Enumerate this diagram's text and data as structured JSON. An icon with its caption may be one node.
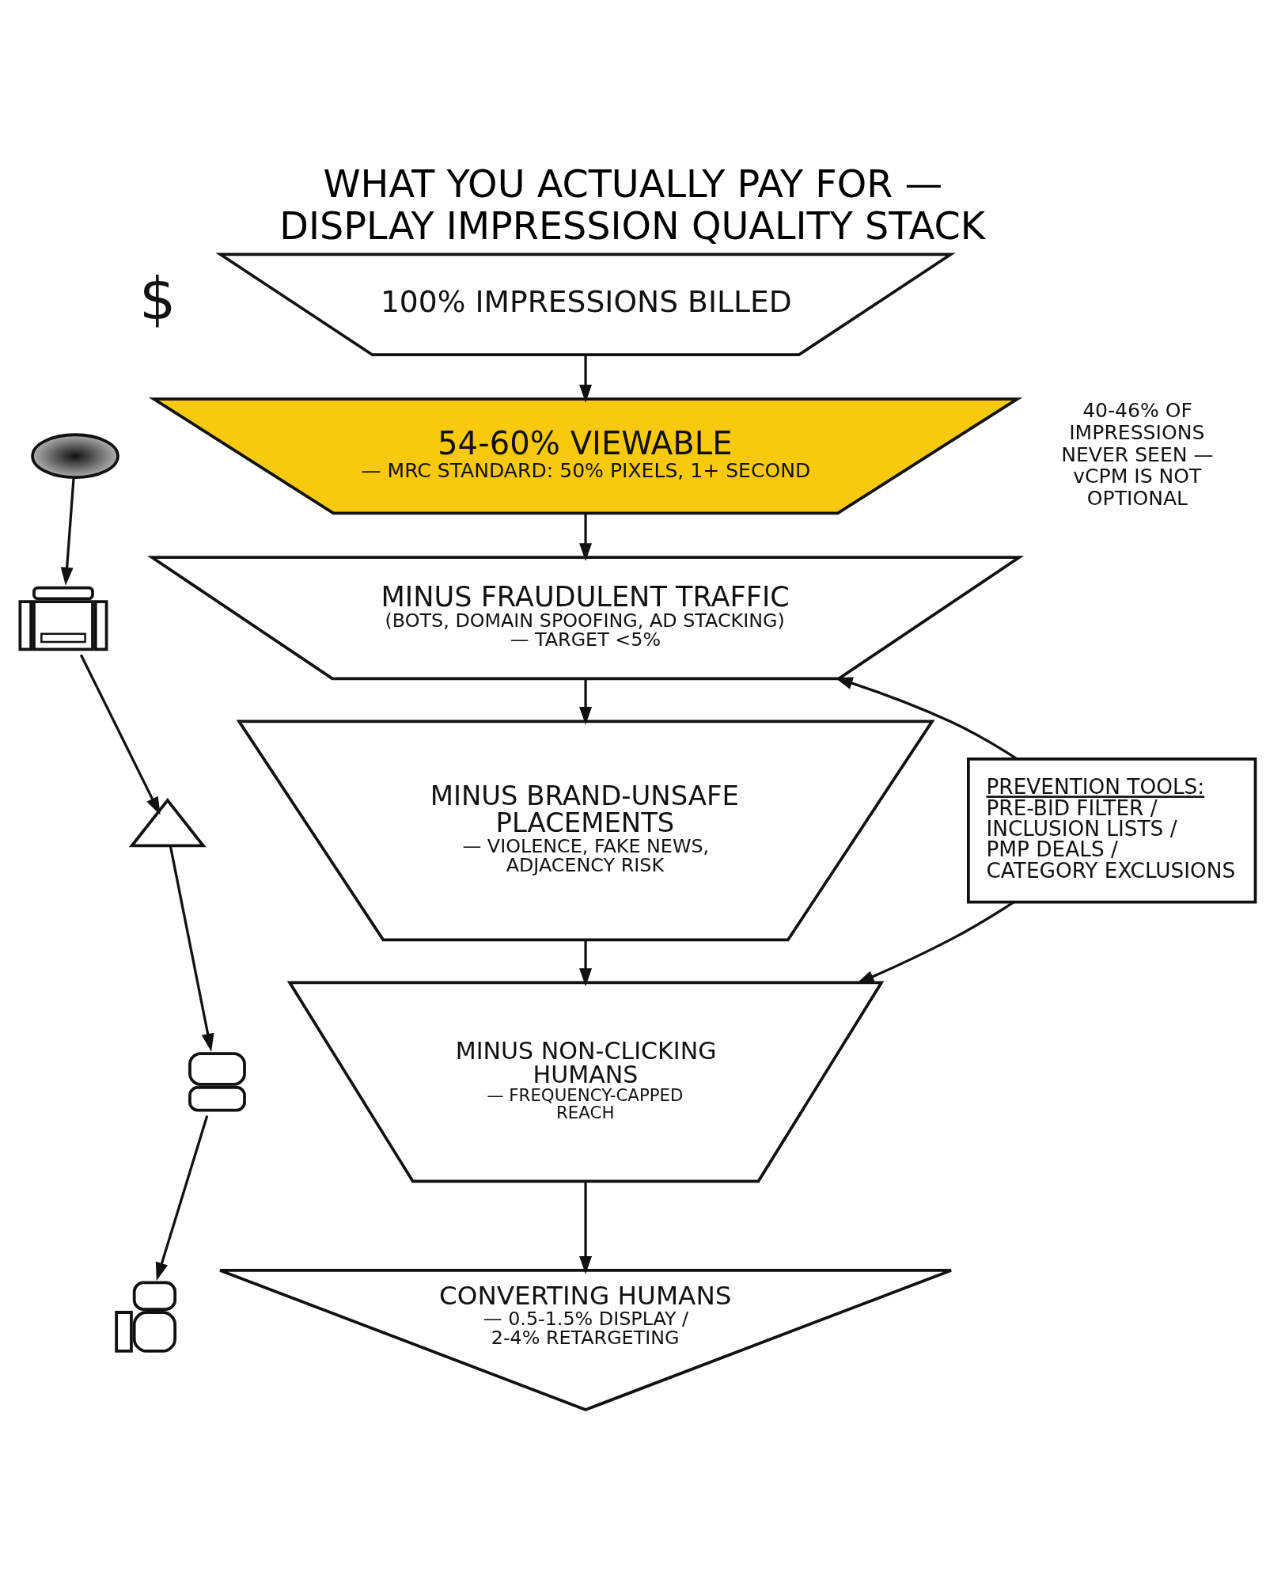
{
  "diagram": {
    "title": "WHAT YOU ACTUALLY PAY FOR — DISPLAY IMPRESSION QUALITY STACK",
    "nodes": [
      {
        "text": [
          "100% IMPRESSIONS BILLED"
        ],
        "beside": [
          "$"
        ]
      },
      {
        "text": [
          "54-60% VIEWABLE",
          "— MRC STANDARD: 50% PIXELS, 1+ SECOND"
        ],
        "beside": [
          "40-46% OF IMPRESSIONS NEVER SEEN — vCPM IS NOT OPTIONAL"
        ]
      },
      {
        "text": [
          "MINUS FRAUDULENT TRAFFIC",
          "(BOTS, DOMAIN SPOOFING, AD STACKING) — TARGET <5%"
        ]
      },
      {
        "text": [
          "MINUS BRAND-UNSAFE PLACEMENTS",
          "— VIOLENCE, FAKE NEWS, ADJACENCY RISK"
        ]
      },
      {
        "text": [
          "MINUS NON-CLICKING HUMANS",
          "— FREQUENCY-CAPPED REACH"
        ]
      },
      {
        "text": [
          "CONVERTING HUMANS",
          "— 0.5-1.5% DISPLAY / 2-4% RETARGETING"
        ]
      },
      {
        "text": [
          "PREVENTION TOOLS:",
          "PRE-BID FILTER / INCLUSION LISTS / PMP DEALS / CATEGORY EXCLUSIONS"
        ]
      },
      {
        "text": [],
        "shape": "eye"
      },
      {
        "text": [],
        "shape": "robot"
      },
      {
        "text": [],
        "shape": "triangle"
      },
      {
        "text": [],
        "shape": "person"
      },
      {
        "text": [],
        "shape": "hand"
      }
    ],
    "edges": [
      {
        "from": 0,
        "to": 1,
        "arrow": "to"
      },
      {
        "from": 1,
        "to": 2,
        "arrow": "to"
      },
      {
        "from": 2,
        "to": 3,
        "arrow": "to"
      },
      {
        "from": 3,
        "to": 4,
        "arrow": "to"
      },
      {
        "from": 4,
        "to": 5,
        "arrow": "to"
      },
      {
        "from": 7,
        "to": 8,
        "arrow": "to"
      },
      {
        "from": 8,
        "to": 9,
        "arrow": "to"
      },
      {
        "from": 9,
        "to": 10,
        "arrow": "to"
      },
      {
        "from": 10,
        "to": 11,
        "arrow": "to"
      },
      {
        "from": 6,
        "to": 2,
        "arrow": "to"
      },
      {
        "from": 6,
        "to": 4,
        "arrow": "to"
      }
    ]
  }
}
